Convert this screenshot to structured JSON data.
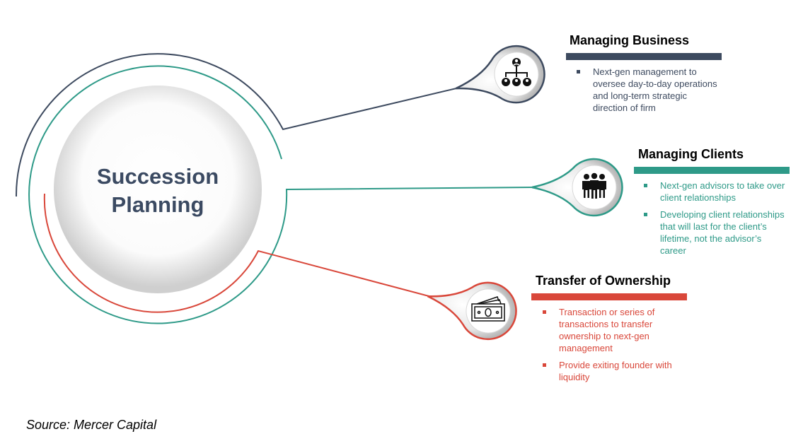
{
  "center": {
    "line1": "Succession",
    "line2": "Planning"
  },
  "colors": {
    "navy": "#3d4a5f",
    "teal": "#2e9a88",
    "red": "#d9473a"
  },
  "sections": [
    {
      "title": "Managing Business",
      "icon": "org-chart-icon",
      "color": "#3d4a5f",
      "bullets": [
        "Next-gen management to oversee day-to-day operations and long-term strategic direction of firm"
      ]
    },
    {
      "title": "Managing Clients",
      "icon": "people-group-icon",
      "color": "#2e9a88",
      "bullets": [
        "Next-gen advisors to take over client relationships",
        "Developing client relationships that will last for the client’s lifetime, not the advisor’s career"
      ]
    },
    {
      "title": "Transfer of Ownership",
      "icon": "money-bills-icon",
      "color": "#d9473a",
      "bullets": [
        "Transaction or series of transactions to transfer ownership to next-gen management",
        "Provide exiting founder with liquidity"
      ]
    }
  ],
  "source": "Source: Mercer Capital"
}
